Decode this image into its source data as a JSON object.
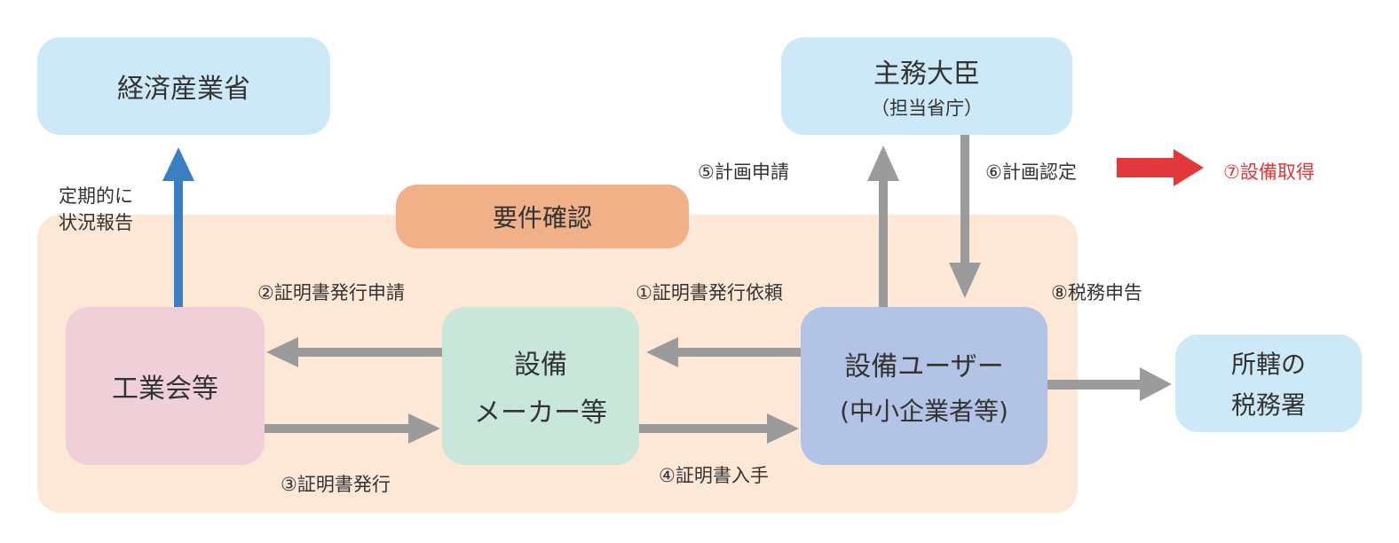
{
  "colors": {
    "region_bg": "#fde8d8",
    "meti_box": "#cde8f7",
    "minister_box": "#cde8f7",
    "tax_office_box": "#cde8f7",
    "requirement_box": "#f0b088",
    "industry_box": "#efcfd8",
    "maker_box": "#c8e6da",
    "user_box": "#b3c3e6",
    "gray_arrow": "#9b9b9b",
    "blue_arrow": "#3a7fc1",
    "red_arrow": "#e0383b",
    "red_text": "#e0383b"
  },
  "nodes": {
    "meti": {
      "title": "経済産業省"
    },
    "minister": {
      "title": "主務大臣",
      "subtitle": "（担当省庁）"
    },
    "requirement": {
      "title": "要件確認"
    },
    "industry": {
      "title": "工業会等"
    },
    "maker": {
      "line1": "設備",
      "line2": "メーカー等"
    },
    "user": {
      "line1": "設備ユーザー",
      "line2": "(中小企業者等)"
    },
    "tax_office": {
      "line1": "所轄の",
      "line2": "税務署"
    }
  },
  "edges": {
    "periodic_report": {
      "line1": "定期的に",
      "line2": "状況報告"
    },
    "step1": "①証明書発行依頼",
    "step2": "②証明書発行申請",
    "step3": "③証明書発行",
    "step4": "④証明書入手",
    "step5": "⑤計画申請",
    "step6": "⑥計画認定",
    "step7": "⑦設備取得",
    "step8": "⑧税務申告"
  }
}
